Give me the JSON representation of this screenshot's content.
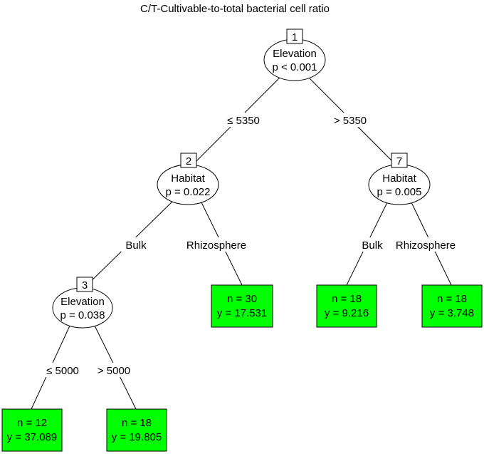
{
  "title": "C/T-Cultivable-to-total bacterial cell ratio",
  "colors": {
    "leaf_fill": "#00ff00",
    "line": "#000000",
    "background": "#ffffff"
  },
  "nodes": {
    "n1": {
      "id": "1",
      "variable": "Elevation",
      "pvalue": "p < 0.001"
    },
    "n2": {
      "id": "2",
      "variable": "Habitat",
      "pvalue": "p = 0.022"
    },
    "n3": {
      "id": "3",
      "variable": "Elevation",
      "pvalue": "p = 0.038"
    },
    "n7": {
      "id": "7",
      "variable": "Habitat",
      "pvalue": "p = 0.005"
    }
  },
  "leaves": {
    "l4": {
      "n": "n = 12",
      "y": "y = 37.089"
    },
    "l5": {
      "n": "n = 18",
      "y": "y = 19.805"
    },
    "l6": {
      "n": "n = 30",
      "y": "y = 17.531"
    },
    "l8": {
      "n": "n = 18",
      "y": "y = 9.216"
    },
    "l9": {
      "n": "n = 18",
      "y": "y = 3.748"
    }
  },
  "edges": {
    "e1_2": "≤ 5350",
    "e1_7": "> 5350",
    "e2_3": "Bulk",
    "e2_6": "Rhizosphere",
    "e3_4": "≤ 5000",
    "e3_5": "> 5000",
    "e7_8": "Bulk",
    "e7_9": "Rhizosphere"
  }
}
